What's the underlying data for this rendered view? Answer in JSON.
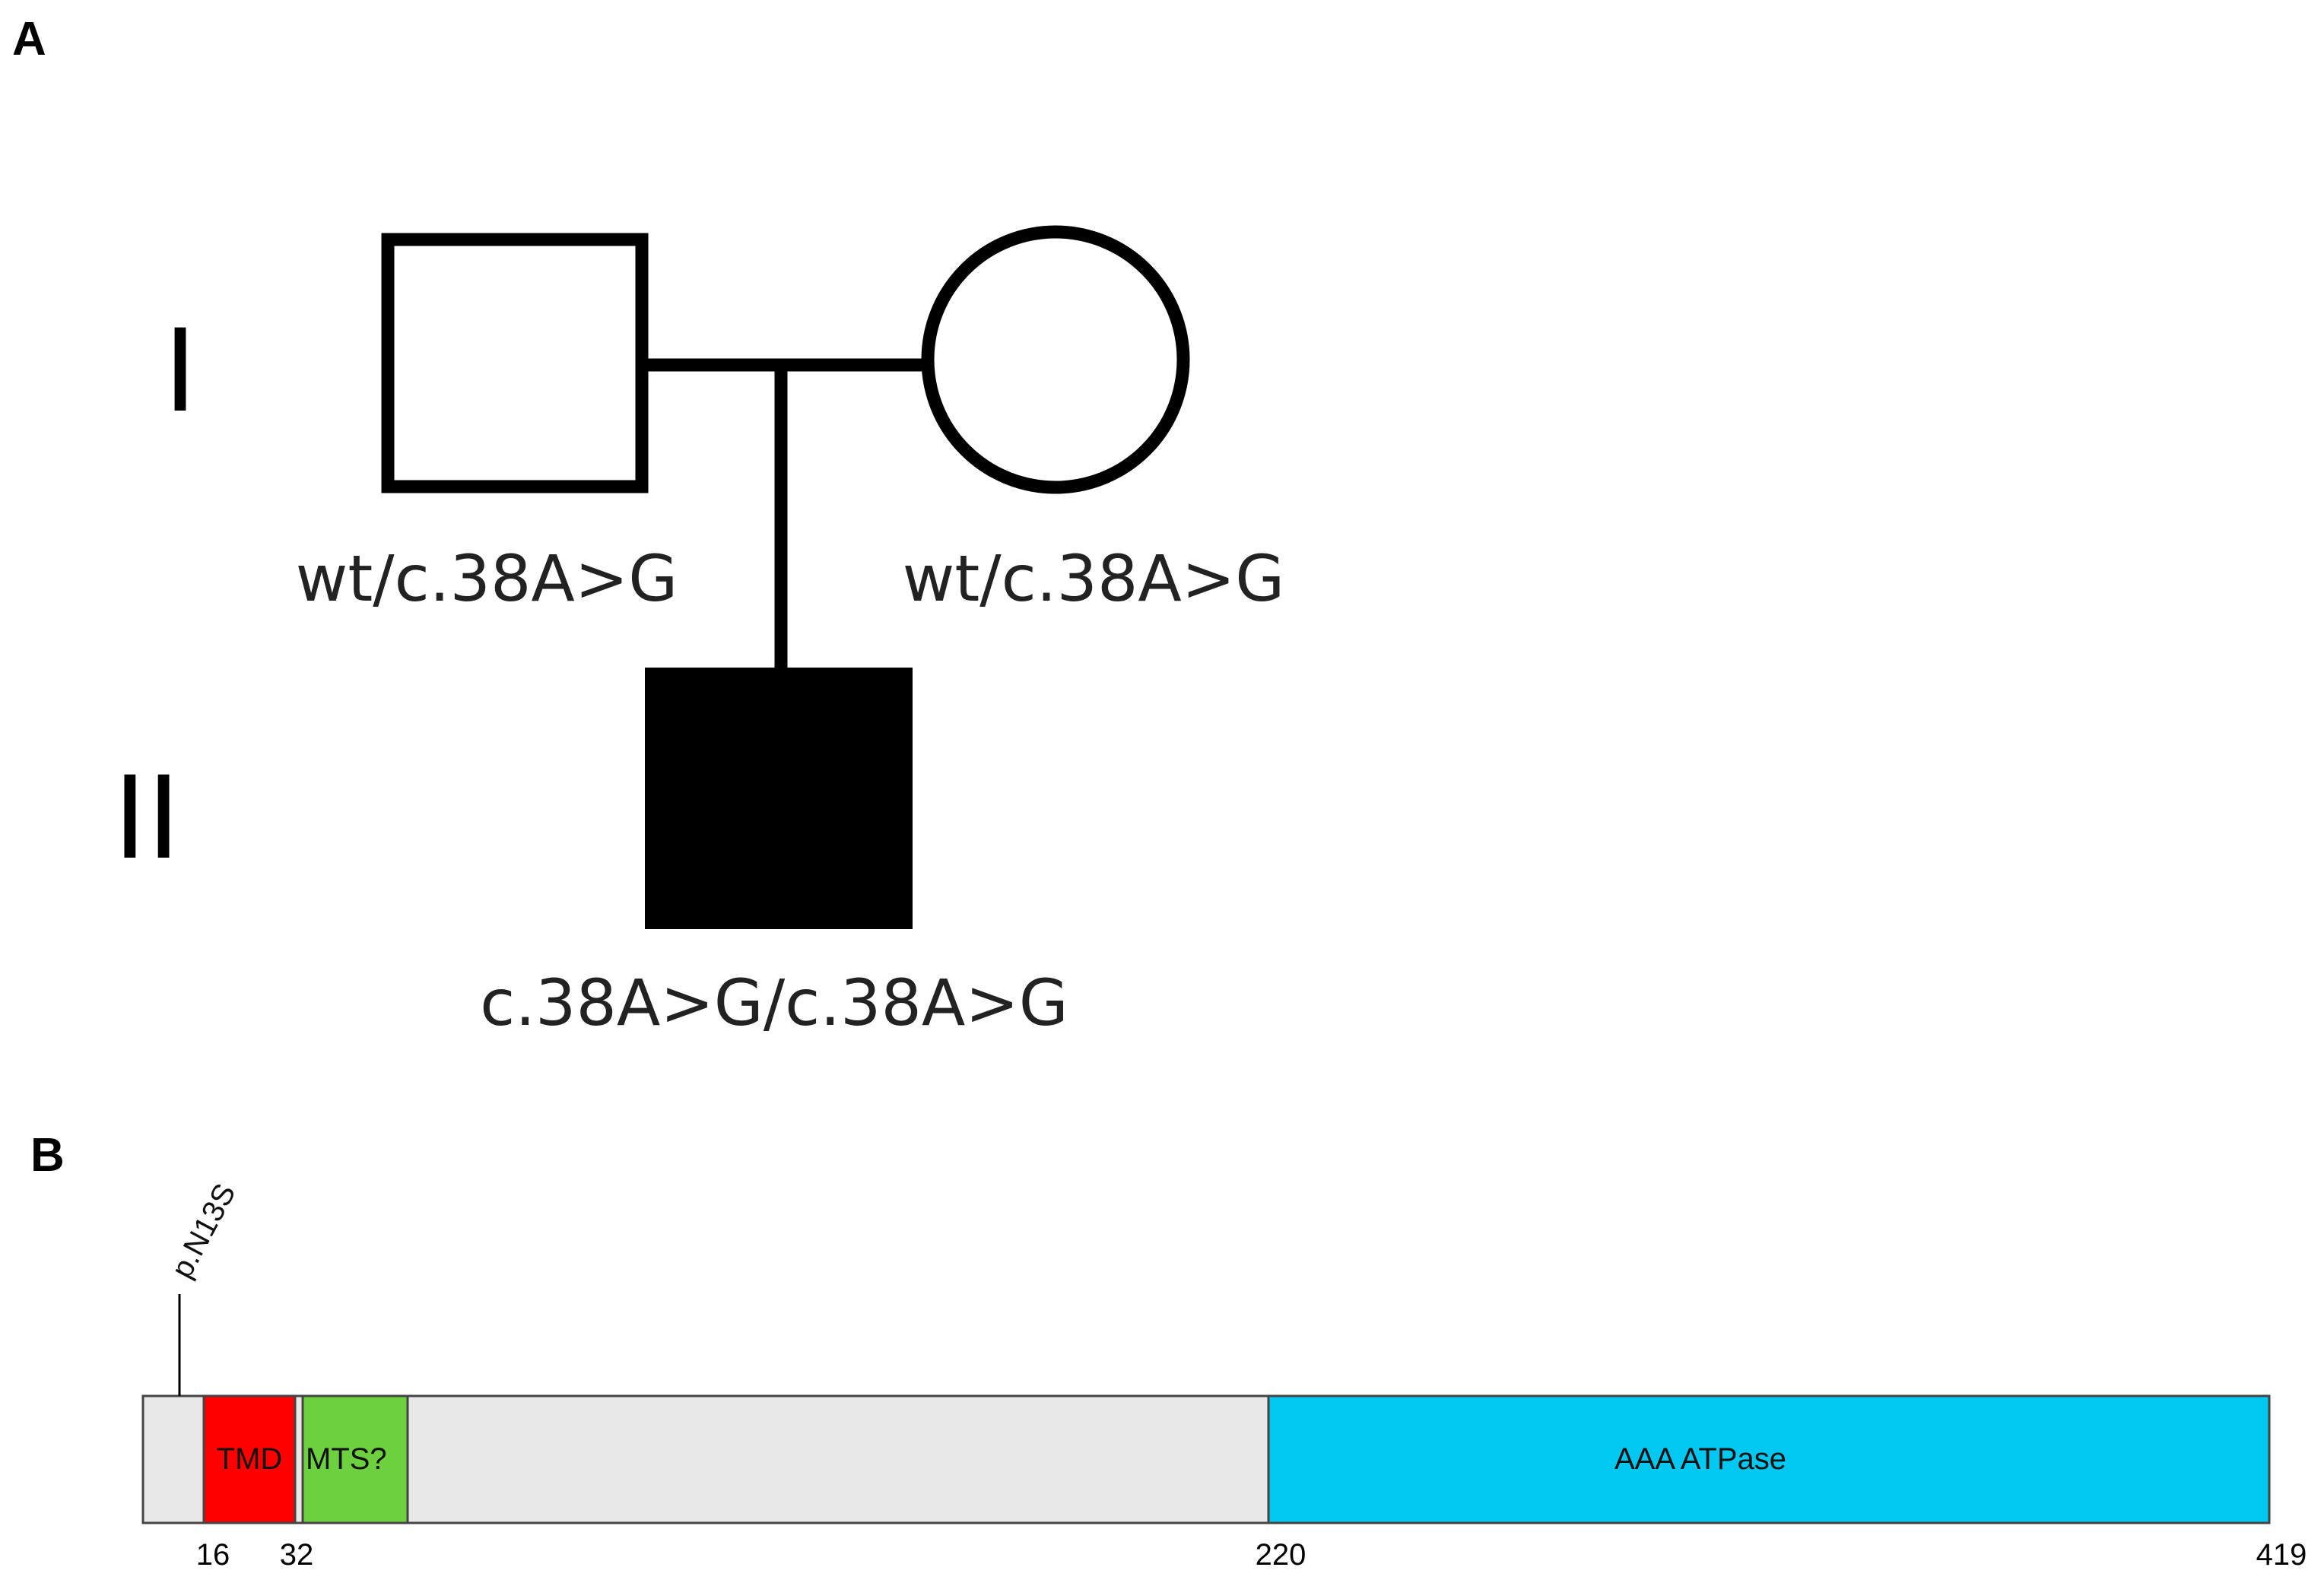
{
  "panel_a": {
    "label": "A",
    "generations": [
      "I",
      "II"
    ],
    "individuals": {
      "father": {
        "genotype": "wt/c.38A>G",
        "affected": false
      },
      "mother": {
        "genotype": "wt/c.38A>G",
        "affected": false
      },
      "child": {
        "genotype": "c.38A>G/c.38A>G",
        "affected": true
      }
    }
  },
  "panel_b": {
    "label": "B",
    "protein_length": 419,
    "variant": {
      "label": "p.N13S",
      "position": 13
    },
    "domains": [
      {
        "name": "TMD",
        "start": 16,
        "end": 32,
        "color": "#ff0000"
      },
      {
        "name": "MTS?",
        "start": 33,
        "end": 51,
        "color": "#6dd03e"
      },
      {
        "name": "AAA ATPase",
        "start": 220,
        "end": 419,
        "color": "#00c8f0"
      }
    ],
    "backbone_color": "#e8e8e8",
    "position_labels": [
      "16",
      "32",
      "220",
      "419"
    ]
  }
}
